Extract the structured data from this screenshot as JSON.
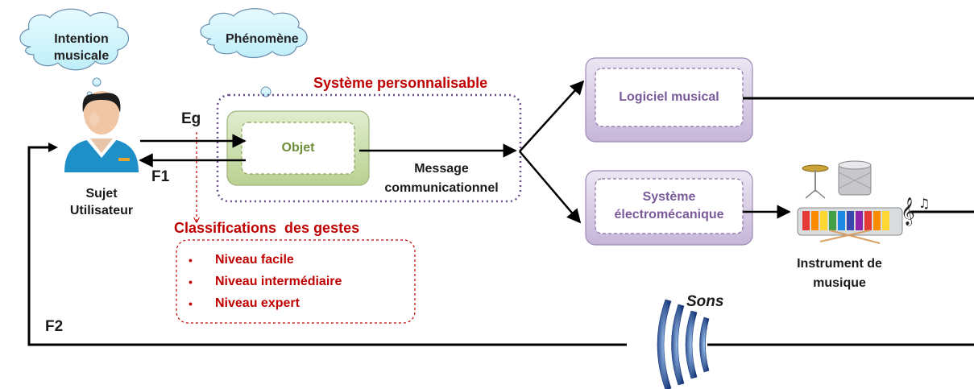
{
  "clouds": {
    "intention": {
      "line1": "Intention",
      "line2": "musicale"
    },
    "phenomene": "Phénomène"
  },
  "user": {
    "line1": "Sujet",
    "line2": "Utilisateur"
  },
  "labels": {
    "eg": "Eg",
    "f1": "F1",
    "f2": "F2",
    "sons": "Sons"
  },
  "systeme": {
    "title": "Système personnalisable",
    "objet": "Objet",
    "message_line1": "Message",
    "message_line2": "communicationnel"
  },
  "outputs": {
    "logiciel": "Logiciel musical",
    "electro_line1": "Système",
    "electro_line2": "électromécanique",
    "instrument_line1": "Instrument de",
    "instrument_line2": "musique"
  },
  "classifications": {
    "title": "Classifications  des gestes",
    "items": [
      "Niveau facile",
      "Niveau intermédiaire",
      "Niveau expert"
    ]
  },
  "colors": {
    "accent_red": "#c00000",
    "purple_text": "#7a5a9a",
    "green_text": "#6f8e3a",
    "cloud_fill": "#cdf3fb",
    "box_purple_fill": "#dcd2e6",
    "box_green_fill": "#cfe0b5"
  }
}
